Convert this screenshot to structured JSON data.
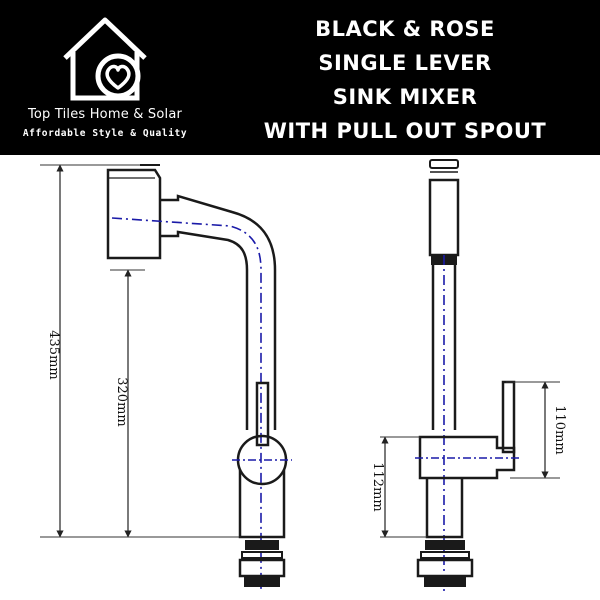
{
  "brand": {
    "name": "Top Tiles Home & Solar",
    "tagline": "Affordable Style & Quality"
  },
  "title_lines": [
    "BLACK & ROSE",
    "SINGLE LEVER",
    "SINK MIXER",
    "WITH PULL OUT SPOUT"
  ],
  "dimensions": {
    "total_height": "435mm",
    "spout_height": "320mm",
    "lever_height": "110mm",
    "base_to_lever": "112mm"
  },
  "colors": {
    "banner": "#000000",
    "banner_text": "#ffffff",
    "outline": "#1a1a1a",
    "centerline": "#1a1aa8"
  }
}
